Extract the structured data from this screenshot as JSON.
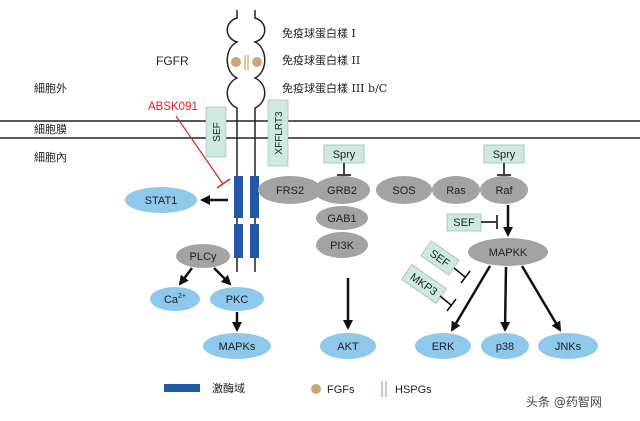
{
  "domain_labels": {
    "ig1": "免疫球蛋白樣 I",
    "ig2": "免疫球蛋白樣 II",
    "ig3": "免疫球蛋白樣 III b/C",
    "fgfr": "FGFR",
    "extracellular": "細胞外",
    "membrane": "細胞膜",
    "intracellular": "細胞內"
  },
  "inhibitor": "ABSK091",
  "membrane_boxes": {
    "sef": "SEF",
    "xfflrt3": "XFFLRT3"
  },
  "nodes": {
    "stat1": "STAT1",
    "frs2": "FRS2",
    "grb2": "GRB2",
    "sos": "SOS",
    "ras": "Ras",
    "raf": "Raf",
    "gab1": "GAB1",
    "pi3k": "PI3K",
    "plcy": "PLCy",
    "ca": "Ca",
    "ca_sup": "2+",
    "pkc": "PKC",
    "mapks": "MAPKs",
    "akt": "AKT",
    "mapkk": "MAPKK",
    "erk": "ERK",
    "p38": "p38",
    "jnks": "JNKs"
  },
  "regulators": {
    "spry1": "Spry",
    "spry2": "Spry",
    "sef_right": "SEF",
    "sef_diag": "SEF",
    "mkp3": "MKP3"
  },
  "legend": {
    "kinase": "激酶域",
    "fgfs": "FGFs",
    "hspgs": "HSPGs"
  },
  "watermark": "头条 @药智网",
  "colors": {
    "blue_node": "#8ec8ea",
    "gray_node": "#a3a3a3",
    "reg_box": "#cde9e0",
    "kinase_blue": "#2058a5",
    "fgf_gold": "#c8a87a",
    "inhibit_red": "#e02020"
  }
}
